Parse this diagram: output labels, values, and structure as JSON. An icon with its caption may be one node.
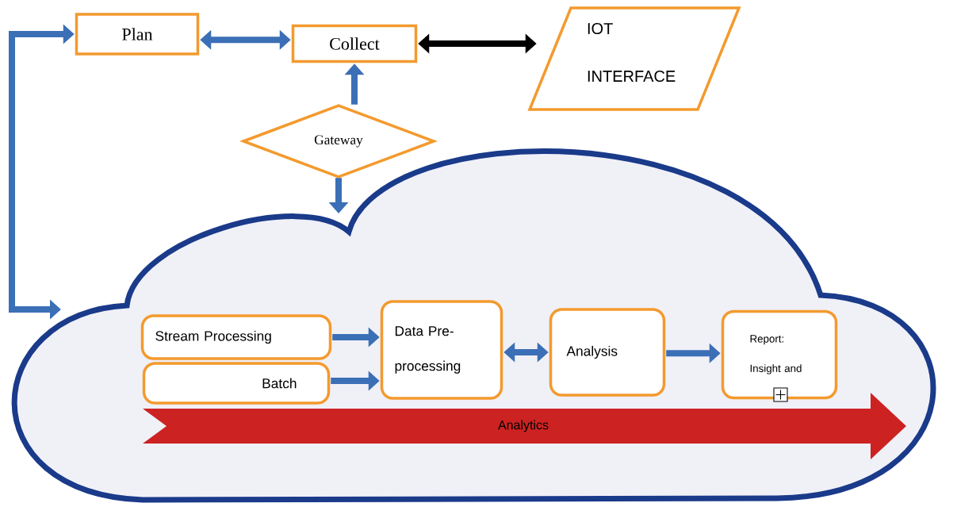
{
  "diagram": {
    "nodes": [
      {
        "text": [
          "Plan"
        ]
      },
      {
        "text": [
          "Collect"
        ]
      },
      {
        "text": [
          "IOT INTERFACE"
        ]
      },
      {
        "text": [
          "Gateway"
        ]
      },
      {
        "text": [],
        "shape": "cloud"
      },
      {
        "text": [
          "Stream Processing"
        ],
        "in": 4
      },
      {
        "text": [
          "Batch"
        ],
        "in": 4
      },
      {
        "text": [
          "Data Pre-processing"
        ],
        "in": 4
      },
      {
        "text": [
          "Analysis"
        ],
        "in": 4
      },
      {
        "text": [
          "Report: Insight and"
        ],
        "in": 4
      },
      {
        "text": [
          "Analytics"
        ],
        "in": 4
      }
    ],
    "edges": [
      {
        "from": 0,
        "to": 1,
        "arrow": "both"
      },
      {
        "from": 1,
        "to": 2,
        "arrow": "both",
        "color": "#000000"
      },
      {
        "from": 3,
        "to": 1,
        "arrow": "to"
      },
      {
        "from": 3,
        "to": 4,
        "arrow": "to"
      },
      {
        "from": 4,
        "to": 0,
        "arrow": "both"
      },
      {
        "from": 5,
        "to": 7,
        "arrow": "to"
      },
      {
        "from": 6,
        "to": 7,
        "arrow": "to"
      },
      {
        "from": 7,
        "to": 8,
        "arrow": "both"
      },
      {
        "from": 8,
        "to": 9,
        "arrow": "to"
      }
    ]
  }
}
